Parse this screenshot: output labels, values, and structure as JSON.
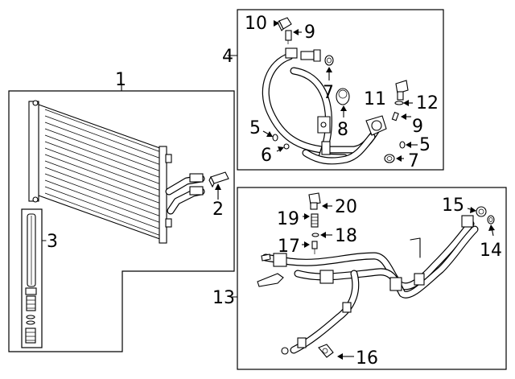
{
  "diagram": {
    "callouts": [
      {
        "id": "1",
        "text": "1"
      },
      {
        "id": "2",
        "text": "2"
      },
      {
        "id": "3",
        "text": "3"
      },
      {
        "id": "4",
        "text": "4"
      },
      {
        "id": "5a",
        "text": "5"
      },
      {
        "id": "5b",
        "text": "5"
      },
      {
        "id": "6",
        "text": "6"
      },
      {
        "id": "7a",
        "text": "7"
      },
      {
        "id": "7b",
        "text": "7"
      },
      {
        "id": "8",
        "text": "8"
      },
      {
        "id": "9a",
        "text": "9"
      },
      {
        "id": "9b",
        "text": "9"
      },
      {
        "id": "10",
        "text": "10"
      },
      {
        "id": "11",
        "text": "11"
      },
      {
        "id": "12",
        "text": "12"
      },
      {
        "id": "13",
        "text": "13"
      },
      {
        "id": "14",
        "text": "14"
      },
      {
        "id": "15",
        "text": "15"
      },
      {
        "id": "16",
        "text": "16"
      },
      {
        "id": "17",
        "text": "17"
      },
      {
        "id": "18",
        "text": "18"
      },
      {
        "id": "19",
        "text": "19"
      },
      {
        "id": "20",
        "text": "20"
      }
    ]
  }
}
